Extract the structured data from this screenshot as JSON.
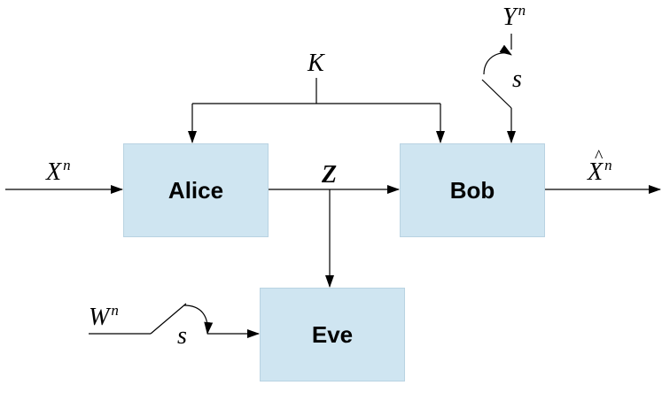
{
  "nodes": {
    "alice": "Alice",
    "bob": "Bob",
    "eve": "Eve"
  },
  "labels": {
    "x": "X",
    "x_sup": "n",
    "xhat": "X",
    "xhat_sup": "n",
    "y": "Y",
    "y_sup": "n",
    "w": "W",
    "w_sup": "n",
    "k": "K",
    "z": "Z",
    "s_bob": "s",
    "s_eve": "s"
  },
  "colors": {
    "box_fill": "#cfe5f1",
    "line": "#000000"
  }
}
